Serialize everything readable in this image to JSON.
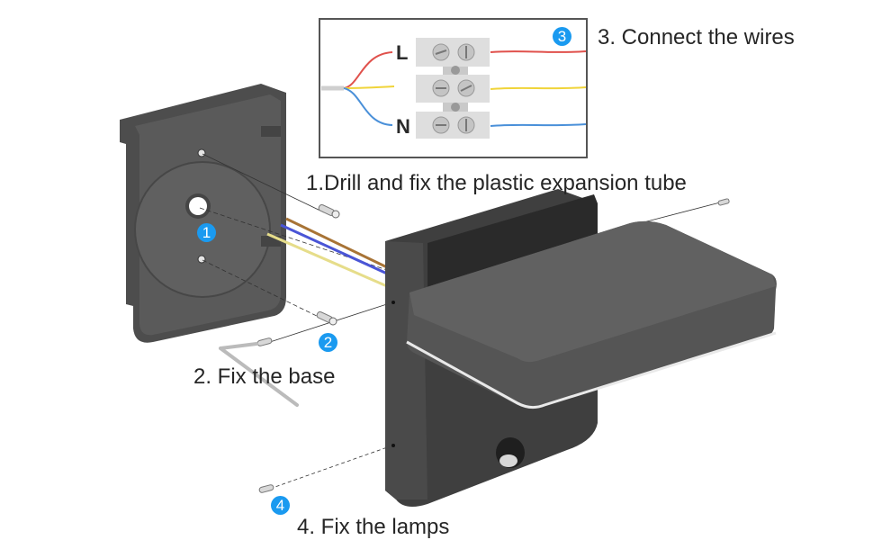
{
  "title": "Wall lamp installation steps",
  "steps": [
    {
      "number": "1",
      "text": "1.Drill and fix the plastic expansion tube"
    },
    {
      "number": "2",
      "text": "2. Fix the base"
    },
    {
      "number": "3",
      "text": "3. Connect the wires"
    },
    {
      "number": "4",
      "text": "4. Fix the lamps"
    }
  ],
  "wiring_inset": {
    "live_label": "L",
    "neutral_label": "N",
    "wire_colors": {
      "live": "#e0514c",
      "earth": "#f0d43a",
      "neutral": "#4a90d9"
    }
  },
  "colors": {
    "badge": "#1a9af0",
    "housing": "#4a4a4a",
    "housing_dark": "#333333",
    "brown_wire": "#a87436",
    "blue_wire": "#4a55d6",
    "yellow_wire": "#e6dd8a"
  }
}
